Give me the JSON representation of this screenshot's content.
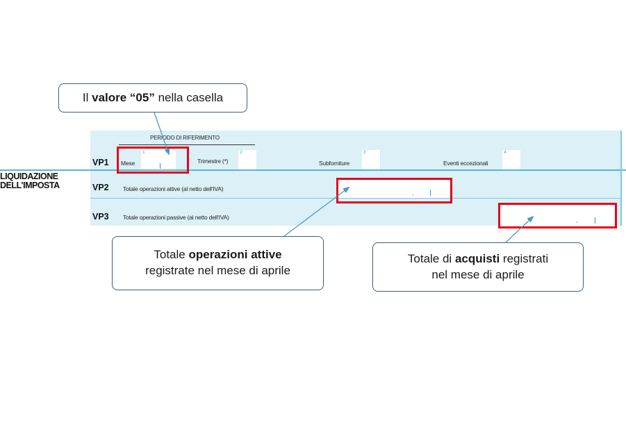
{
  "form": {
    "section_label_line1": "LIQUIDAZIONE",
    "section_label_line2": "DELL'IMPOSTA",
    "period_title": "PERIODO DI RIFERIMENTO",
    "vp1": {
      "code": "VP1",
      "mese_label": "Mese",
      "mese_index": "1",
      "trimestre_label": "Trimestre (*)",
      "trimestre_index": "2",
      "subforniture_label": "Subforniture",
      "subforniture_index": "3",
      "eventi_label": "Eventi eccezionali",
      "eventi_index": "4"
    },
    "vp2": {
      "code": "VP2",
      "label": "Totale operazioni attive (al netto dell'IVA)"
    },
    "vp3": {
      "code": "VP3",
      "label": "Totale operazioni passive (al netto dell'IVA)"
    }
  },
  "callouts": {
    "top": {
      "pre": "Il ",
      "bold": "valore “05”",
      "post": " nella casella"
    },
    "left": {
      "pre": "Totale ",
      "bold": "operazioni attive",
      "line2": "registrate nel mese di aprile"
    },
    "right": {
      "pre": "Totale di ",
      "bold": "acquisti",
      "post": " registrati",
      "line2": "nel mese di aprile"
    }
  },
  "colors": {
    "highlight": "#e3061a",
    "band": "#dcf0f7",
    "rule": "#55b6d6",
    "callout_border": "#3d5e78",
    "arrow": "#4f97c9"
  }
}
